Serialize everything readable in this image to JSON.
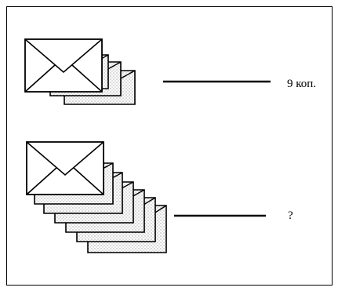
{
  "frame_border": "#000000",
  "envelope_fill": "#ffffff",
  "shading_color": "#444444",
  "groups": [
    {
      "envelope_count": 4,
      "price_label": "9 коп."
    },
    {
      "envelope_count": 7,
      "price_label": "?"
    }
  ]
}
